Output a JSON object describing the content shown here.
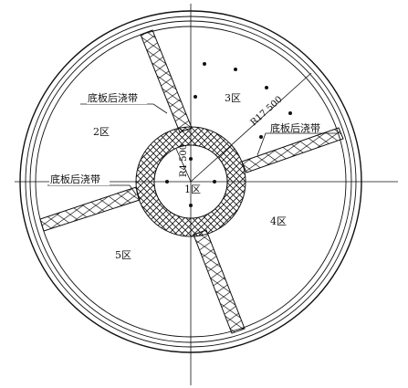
{
  "zones": {
    "z1": "1区",
    "z2": "2区",
    "z3": "3区",
    "z4": "4区",
    "z5": "5区"
  },
  "bands": {
    "band_upper": "底板后浇带",
    "band_right": "底板后浇带",
    "band_left": "底板后浇带"
  },
  "dimensions": {
    "outer_radius": "R17 500",
    "inner_radius": "R4 500"
  },
  "colors": {
    "line": "#111111",
    "background": "#ffffff"
  }
}
